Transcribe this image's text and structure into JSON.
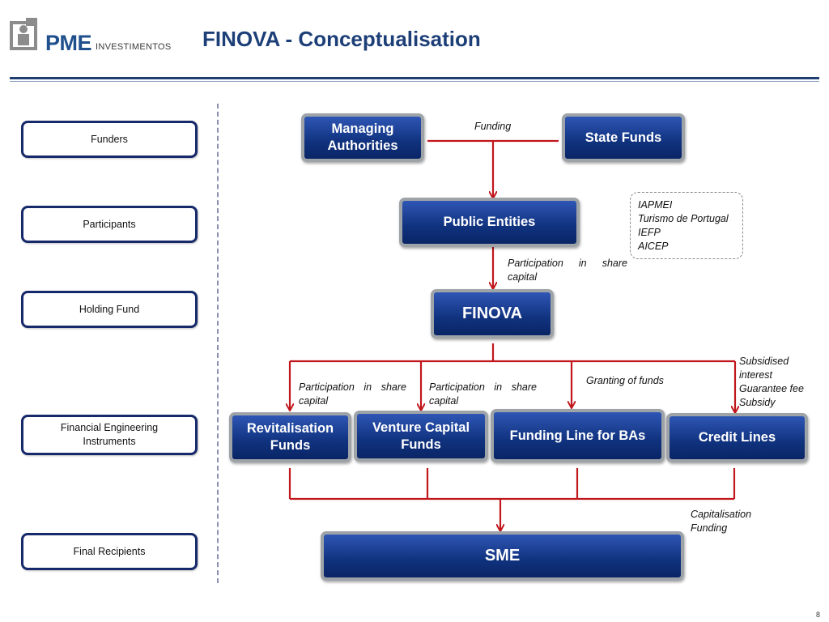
{
  "header": {
    "logo_word": "PME",
    "logo_sub": "INVESTIMENTOS",
    "title": "FINOVA - Conceptualisation"
  },
  "levels": [
    "Funders",
    "Participants",
    "Holding Fund",
    "Financial Engineering Instruments",
    "Final Recipients"
  ],
  "nodes": {
    "managing_authorities": "Managing Authorities",
    "state_funds": "State Funds",
    "public_entities": "Public Entities",
    "finova": "FINOVA",
    "revitalisation_funds": "Revitalisation Funds",
    "venture_capital_funds": "Venture Capital Funds",
    "funding_line_bas": "Funding Line for BAs",
    "credit_lines": "Credit Lines",
    "sme": "SME"
  },
  "annotations": {
    "funding": "Funding",
    "public_entities_list": [
      "IAPMEI",
      "Turismo de Portugal",
      "IEFP",
      "AICEP"
    ],
    "participation_1": "Participation in share capital",
    "participation_2": "Participation in share capital",
    "participation_3": "Participation in share capital",
    "granting_of_funds": "Granting of funds",
    "credit_terms": [
      "Subsidised interest",
      "Guarantee fee",
      "Subsidy"
    ],
    "capitalisation": [
      "Capitalisation",
      "Funding"
    ]
  },
  "colors": {
    "arrow": "#c0161c",
    "node_fill": "#10327e",
    "node_border": "#9ea3a8",
    "level_border": "#16296a",
    "title": "#1d3f78"
  },
  "page_number": "8"
}
